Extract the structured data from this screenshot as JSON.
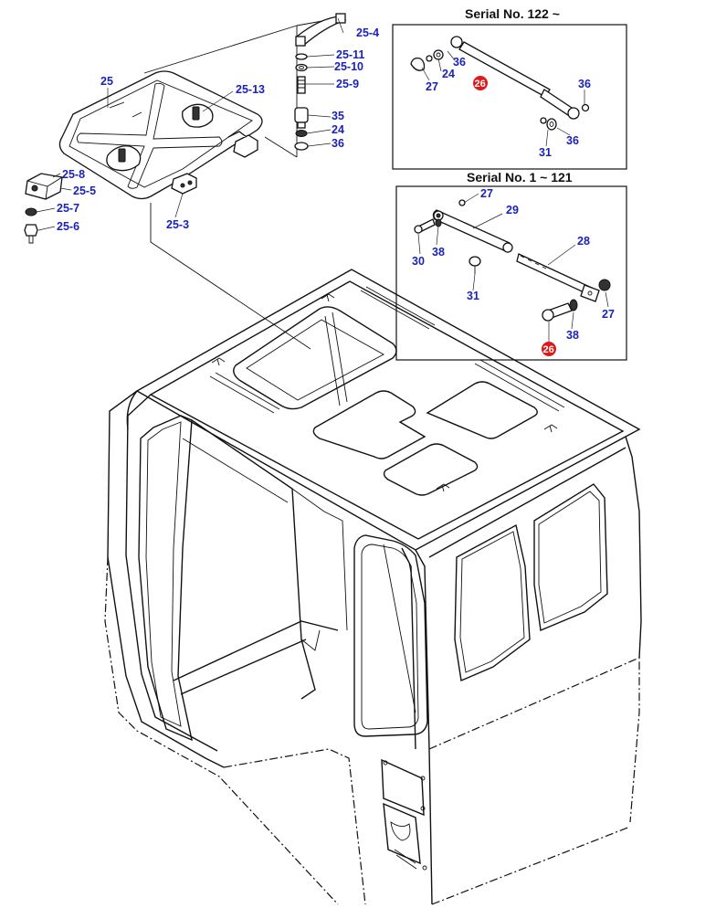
{
  "colors": {
    "callout": "#1a23b8",
    "highlight": "#e01818",
    "ink": "#111111"
  },
  "boxes": {
    "upper_title": "Serial No. 122 ~",
    "lower_title": "Serial No. 1 ~ 121"
  },
  "callouts": {
    "c25": "25",
    "c25_13": "25-13",
    "c25_4": "25-4",
    "c25_11": "25-11",
    "c25_10": "25-10",
    "c25_9": "25-9",
    "c35": "35",
    "c24": "24",
    "c36": "36",
    "c25_8": "25-8",
    "c25_5": "25-5",
    "c25_7": "25-7",
    "c25_6": "25-6",
    "c25_3": "25-3",
    "u36a": "36",
    "u24": "24",
    "u27": "27",
    "u26": "26",
    "u36b": "36",
    "u31": "31",
    "u36c": "36",
    "l27a": "27",
    "l29": "29",
    "l38a": "38",
    "l30": "30",
    "l28": "28",
    "l31": "31",
    "l27b": "27",
    "l38b": "38",
    "l26": "26"
  }
}
